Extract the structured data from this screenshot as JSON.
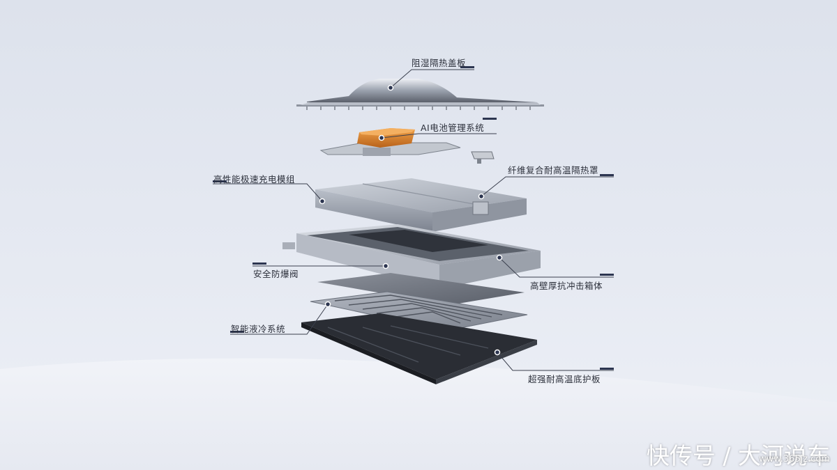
{
  "labels": {
    "top_cover": "阻湿隔热盖板",
    "bms": "AI电池管理系统",
    "fiber_shield": "纤维复合耐高温隔热罩",
    "module": "高性能极速充电模组",
    "vent_valve": "安全防爆阀",
    "housing": "高壁厚抗冲击箱体",
    "liquid_cooling": "智能液冷系统",
    "bottom_plate": "超强耐高温底护板"
  },
  "watermark": {
    "text": "快传号 / 大河说车",
    "site": "www.365jz.com"
  },
  "colors": {
    "accent_bar": "#2c3550",
    "bms_orange": "#d9822b",
    "metal_light": "#c7ccd6",
    "metal_dark": "#4a4f5a",
    "bottom_dark": "#25282f"
  }
}
